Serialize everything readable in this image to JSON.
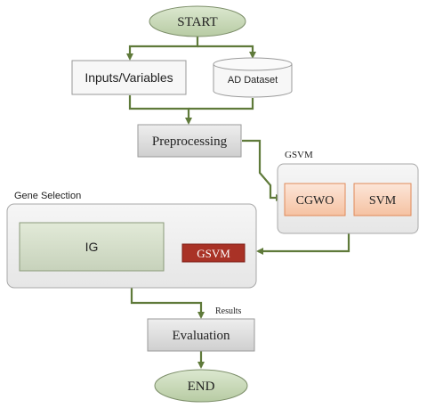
{
  "nodes": {
    "start": "START",
    "inputs": "Inputs/Variables",
    "dataset": "AD Dataset",
    "preprocessing": "Preprocessing",
    "gsvm_group_label": "GSVM",
    "cgwo": "CGWO",
    "svm": "SVM",
    "gene_selection_label": "Gene Selection",
    "ig": "IG",
    "gsvm_inner": "GSVM",
    "results_label": "Results",
    "evaluation": "Evaluation",
    "end": "END"
  },
  "colors": {
    "terminal_fill": "#c6d8b4",
    "box_fill": "#dcdcdc",
    "panel_fill": "#f0f0f0",
    "orange_fill": "#f9d6bf",
    "orange_border": "#e08a5a",
    "gsvm_red": "#a93226",
    "arrow_green": "#5f7a3a"
  }
}
